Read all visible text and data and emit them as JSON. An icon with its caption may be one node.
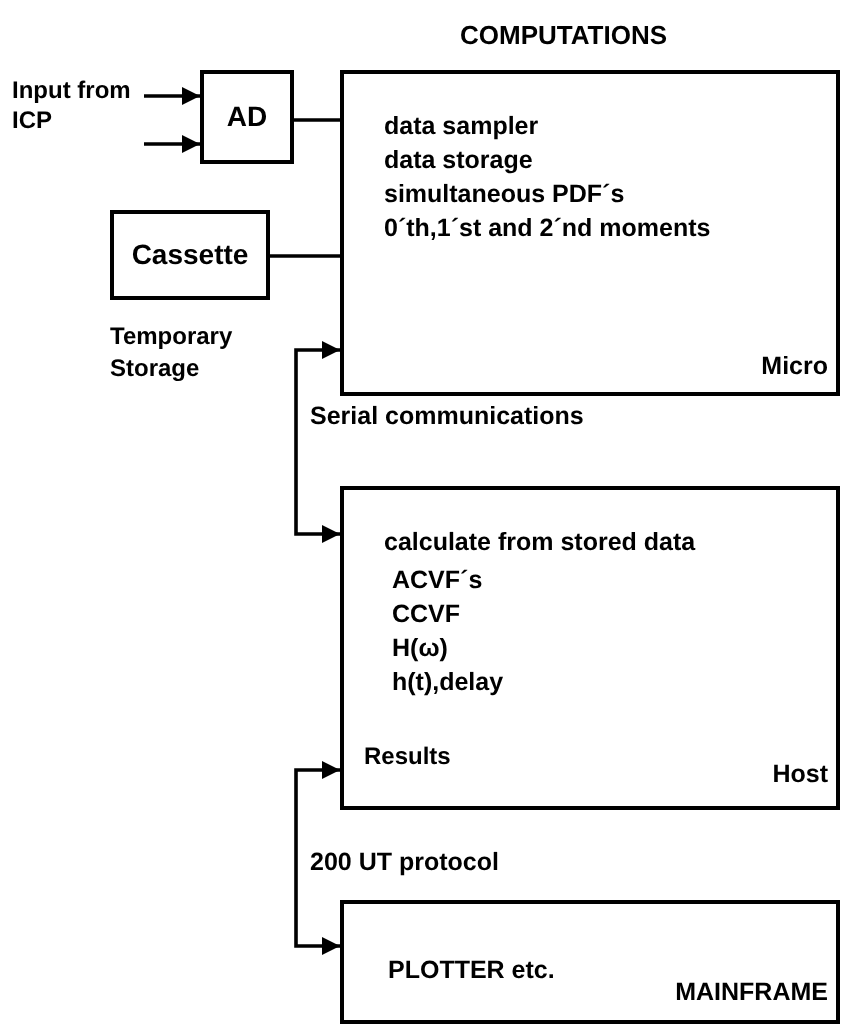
{
  "diagram": {
    "title": "COMPUTATIONS",
    "nodes": [
      {
        "text": [
          "Input from ICP"
        ]
      },
      {
        "text": [
          "AD"
        ]
      },
      {
        "text": [
          "data sampler",
          "data storage",
          "simultaneous PDF´s",
          "0´th,1´st and 2´nd moments",
          "Micro"
        ]
      },
      {
        "text": [
          "Cassette"
        ],
        "beside": [
          "Temporary Storage"
        ]
      },
      {
        "text": [
          "calculate from stored data",
          "ACVF´s",
          "CCVF",
          "H(ω)",
          "h(t),delay",
          "Results",
          "Host"
        ]
      },
      {
        "text": [
          "PLOTTER etc.",
          "MAINFRAME"
        ]
      }
    ],
    "edges": [
      {
        "from": 0,
        "to": 1,
        "arrow": "to"
      },
      {
        "from": 0,
        "to": 1,
        "arrow": "to"
      },
      {
        "from": 1,
        "to": 2,
        "arrow": "none"
      },
      {
        "from": 3,
        "to": 2,
        "arrow": "none"
      },
      {
        "from": 2,
        "to": 4,
        "arrow": "both",
        "label": "Serial communications"
      },
      {
        "from": 4,
        "to": 5,
        "arrow": "both",
        "label": "200 UT protocol"
      }
    ]
  }
}
